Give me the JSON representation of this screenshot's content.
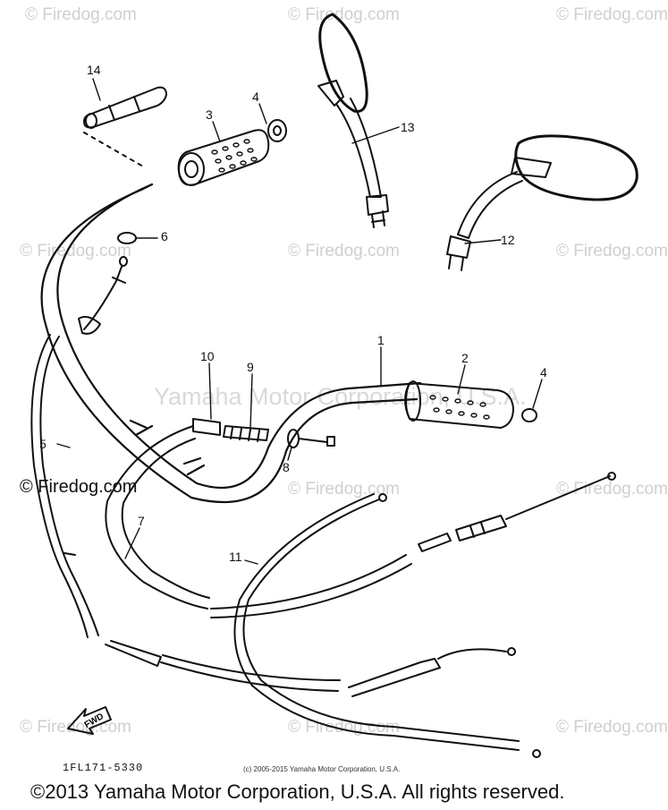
{
  "watermarks": {
    "repeat_text": "© Firedog.com",
    "center_text": "Yamaha Motor Corporation, U.S.A.",
    "solid_text": "© Firedog.com"
  },
  "callouts": [
    "14",
    "3",
    "4",
    "13",
    "6",
    "12",
    "10",
    "9",
    "1",
    "2",
    "4",
    "5",
    "8",
    "7",
    "11"
  ],
  "fwd_label": "FWD",
  "part_number": "1FL171-5330",
  "small_copyright": "(c) 2005-2015 Yamaha Motor Corporation, U.S.A.",
  "footer_copyright": "©2013 Yamaha Motor Corporation, U.S.A. All rights reserved.",
  "colors": {
    "line": "#111111",
    "watermark": "#cfcfcf",
    "background": "#ffffff"
  }
}
